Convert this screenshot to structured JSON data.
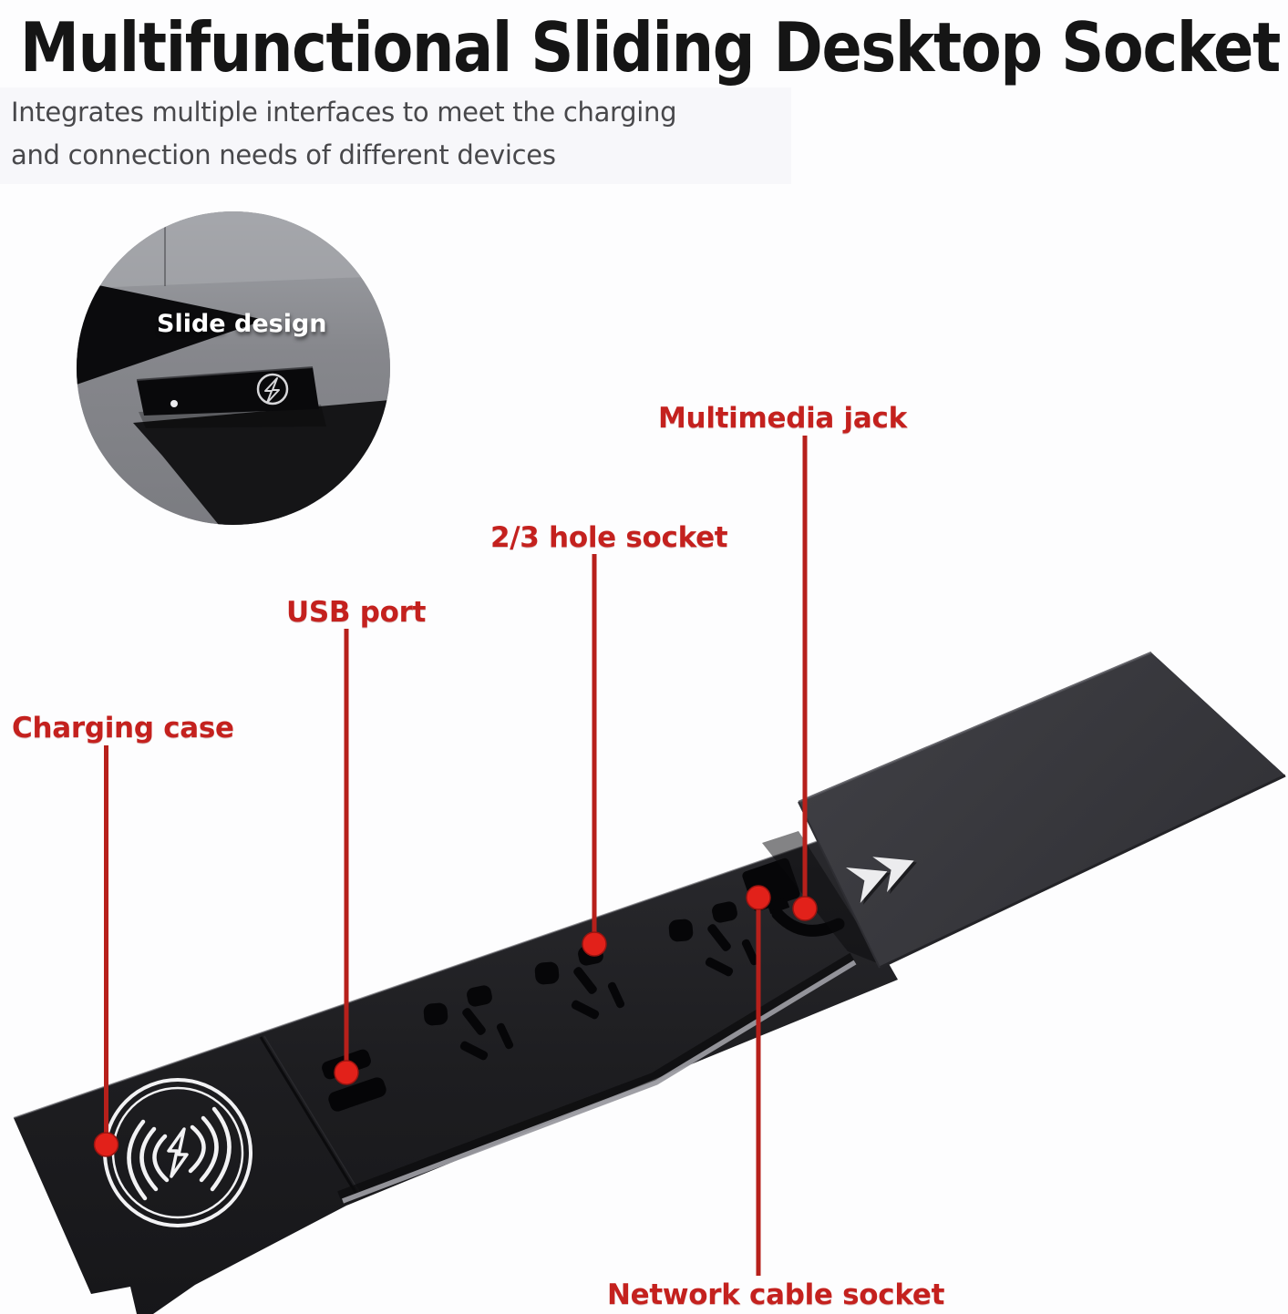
{
  "header": {
    "title": "Multifunctional Sliding Desktop Socket",
    "subtitle_line1": "Integrates multiple interfaces to meet the charging",
    "subtitle_line2": "and connection needs of different devices"
  },
  "inset": {
    "caption": "Slide design"
  },
  "callouts": {
    "charging_case": {
      "label": "Charging case"
    },
    "usb_port": {
      "label": "USB port"
    },
    "hole_socket": {
      "label": "2/3 hole socket"
    },
    "multimedia_jack": {
      "label": "Multimedia jack"
    },
    "network_cable_socket": {
      "label": "Network cable socket"
    }
  },
  "icons": {
    "wireless_charging_icon": "lightning-bolt-with-arcs",
    "slide_direction_icon": "double-chevron-right",
    "inset_logo_icon": "lightning-bolt-in-circle"
  },
  "colors": {
    "accent_red_text": "#c4211e",
    "callout_line_red": "#b7201b",
    "callout_dot_red": "#e2211a",
    "strip_black": "#1d1d20",
    "cover_gray": "#3b3b3f",
    "title_black": "#151515",
    "subtitle_gray": "#48484b",
    "background": "#fdfdfe"
  }
}
